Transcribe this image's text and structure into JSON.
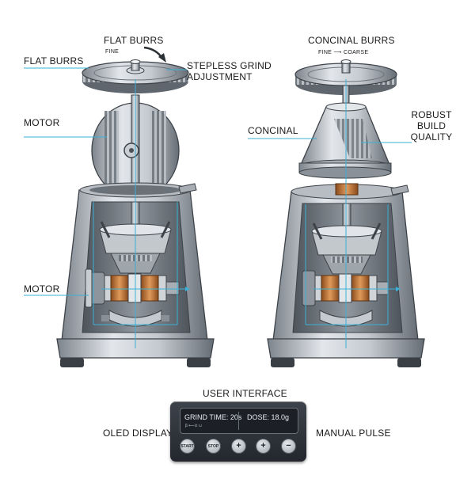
{
  "left_diagram": {
    "label_flat_burrs_title": "FLAT BURRS",
    "label_fine_arrow": "FINE",
    "label_flat_burrs_side": "FLAT BURRS",
    "label_stepless_line1": "STEPLESS GRIND",
    "label_stepless_line2": "ADJUSTMENT",
    "label_motor_upper": "MOTOR",
    "label_motor_lower": "MOTOR"
  },
  "right_diagram": {
    "label_conical_burrs_title": "CONCINAL BURRS",
    "label_fine_coarse": "FINE ⟶ COARSE",
    "label_conical": "CONCINAL",
    "label_robust_line1": "ROBUST",
    "label_robust_line2": "BUILD",
    "label_robust_line3": "QUALITY"
  },
  "user_interface": {
    "title": "USER INTERFACE",
    "label_oled": "OLED DISPLAY",
    "label_manual_pulse": "MANUAL PULSE",
    "screen": {
      "grind_time": "GRIND TIME: 20s",
      "grind_sub": "β ⟵⊙ ⊔",
      "dose": "DOSE: 18.0g"
    },
    "buttons": {
      "start": "START",
      "stop": "STOP",
      "plus1": "+",
      "plus2": "+",
      "minus": "−"
    }
  },
  "colors": {
    "leader_line": "#3ab0d6",
    "metal_light": "#d7dbe0",
    "metal_dark": "#6e757d",
    "copper": "#c87a3e"
  }
}
